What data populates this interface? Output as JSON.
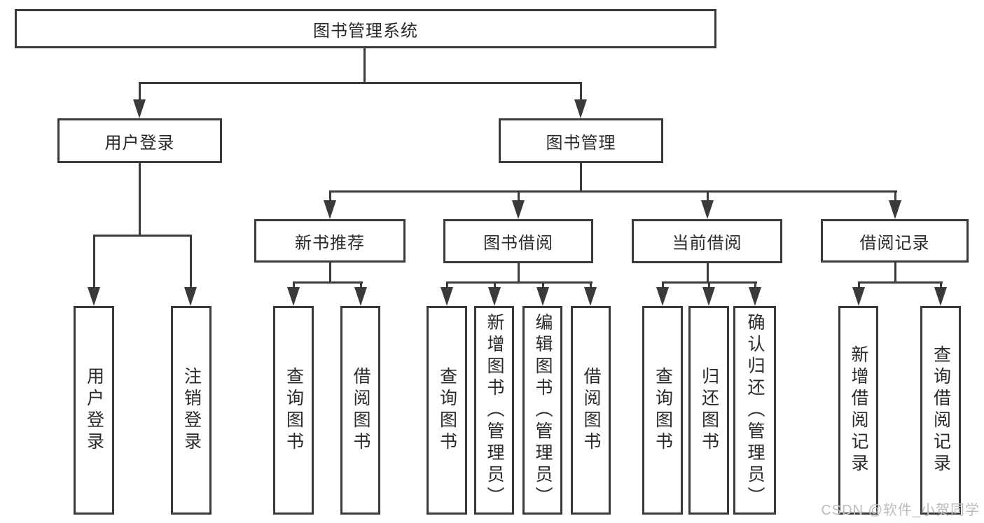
{
  "watermark": {
    "text": "CSDN @软件_小贺同学"
  },
  "colors": {
    "line": "#3a3a3c",
    "text": "#2a2a2d",
    "box_bg": "#ffffff",
    "page_bg": "#ffffff",
    "watermark": "#bcbcbc"
  },
  "tree": {
    "label": "图书管理系统",
    "children": [
      {
        "label": "用户登录",
        "children": [
          {
            "label": "用户登录"
          },
          {
            "label": "注销登录"
          }
        ]
      },
      {
        "label": "图书管理",
        "children": [
          {
            "label": "新书推荐",
            "children": [
              {
                "label": "查询图书"
              },
              {
                "label": "借阅图书"
              }
            ]
          },
          {
            "label": "图书借阅",
            "children": [
              {
                "label": "查询图书"
              },
              {
                "label": "新增图书（管理员）"
              },
              {
                "label": "编辑图书（管理员）"
              },
              {
                "label": "借阅图书"
              }
            ]
          },
          {
            "label": "当前借阅",
            "children": [
              {
                "label": "查询图书"
              },
              {
                "label": "归还图书"
              },
              {
                "label": "确认归还（管理员）"
              }
            ]
          },
          {
            "label": "借阅记录",
            "children": [
              {
                "label": "新增借阅记录"
              },
              {
                "label": "查询借阅记录"
              }
            ]
          }
        ]
      }
    ]
  }
}
